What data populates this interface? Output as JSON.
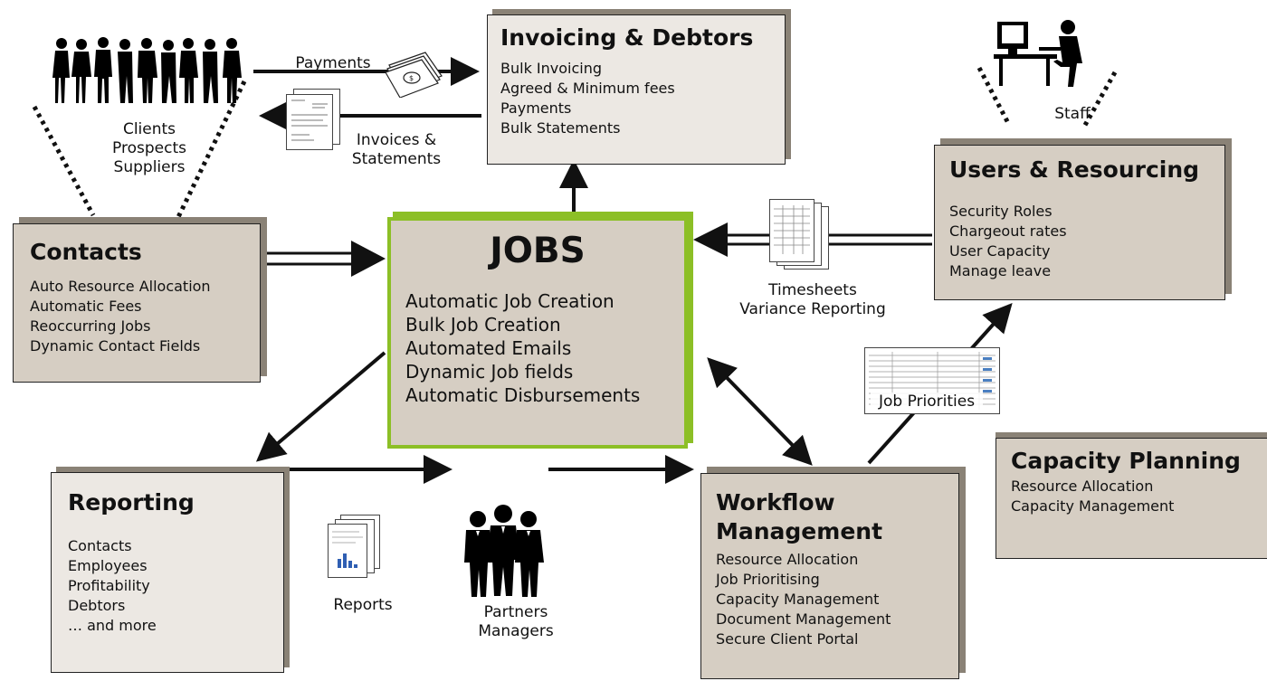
{
  "boxes": {
    "invoicing": {
      "title": "Invoicing & Debtors",
      "items": [
        "Bulk Invoicing",
        "Agreed & Minimum fees",
        "Payments",
        "Bulk Statements"
      ]
    },
    "users": {
      "title": "Users & Resourcing",
      "items": [
        "Security Roles",
        "Chargeout rates",
        "User Capacity",
        "Manage leave"
      ]
    },
    "contacts": {
      "title": "Contacts",
      "items": [
        "Auto Resource Allocation",
        "Automatic Fees",
        "Reoccurring Jobs",
        "Dynamic Contact Fields"
      ]
    },
    "jobs": {
      "title": "JOBS",
      "items": [
        "Automatic Job Creation",
        "Bulk Job Creation",
        "Automated Emails",
        "Dynamic Job fields",
        "Automatic Disbursements"
      ]
    },
    "reporting": {
      "title": "Reporting",
      "items": [
        "Contacts",
        "Employees",
        "Profitability",
        "Debtors",
        "… and more"
      ]
    },
    "workflow": {
      "title_line1": "Workflow",
      "title_line2": "Management",
      "items": [
        "Resource Allocation",
        "Job Prioritising",
        "Capacity Management",
        "Document Management",
        "Secure Client Portal"
      ]
    },
    "capacity": {
      "title": "Capacity Planning",
      "items": [
        "Resource Allocation",
        "Capacity Management"
      ]
    }
  },
  "labels": {
    "clients": [
      "Clients",
      "Prospects",
      "Suppliers"
    ],
    "staff": "Staff",
    "payments": "Payments",
    "invoices": [
      "Invoices &",
      "Statements"
    ],
    "timesheets": [
      "Timesheets",
      "Variance Reporting"
    ],
    "job_priorities": "Job Priorities",
    "reports": "Reports",
    "partners": [
      "Partners",
      "Managers"
    ]
  },
  "colors": {
    "box_fill": "#d6cec3",
    "box_fill_light": "#ece8e3",
    "box_side": "#8a8276",
    "jobs_border": "#8cbf26",
    "arrow": "#111111"
  },
  "icons": [
    "people-silhouettes-icon",
    "computer-user-icon",
    "money-stack-icon",
    "invoice-document-icon",
    "timesheet-document-icon",
    "spreadsheet-icon",
    "report-document-icon",
    "business-partners-icon"
  ]
}
